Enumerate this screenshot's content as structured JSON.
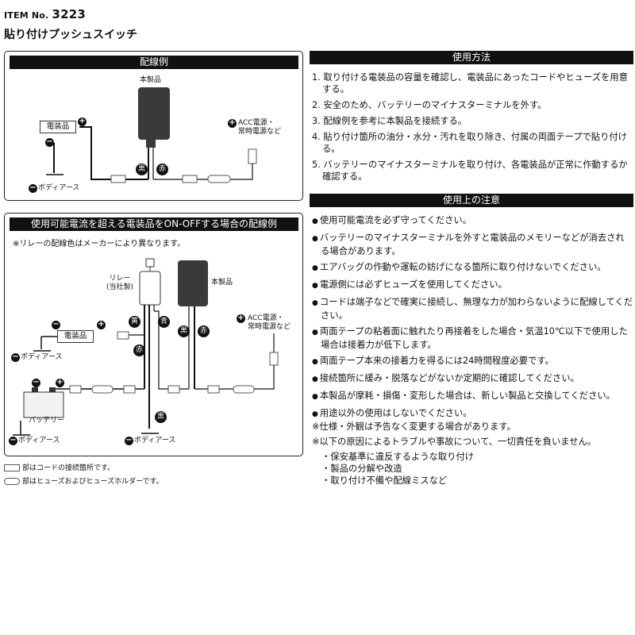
{
  "header": {
    "item_prefix": "ITEM No.",
    "item_number": "3223",
    "product_name": "貼り付けプッシュスイッチ"
  },
  "diagram1": {
    "title": "配線例",
    "product_label": "本製品",
    "device_label": "電装品",
    "acc_label_1": "ACC電源・",
    "acc_label_2": "常時電源など",
    "body_earth": "ボディアース",
    "black": "黒",
    "red": "赤",
    "plus": "+",
    "minus": "−"
  },
  "diagram2": {
    "title": "使用可能電流を超える電装品をON-OFFする場合の配線例",
    "note": "※リレーの配線色はメーカーにより異なります。",
    "relay_label_1": "リレー",
    "relay_label_2": "(当社製)",
    "product_label": "本製品",
    "device_label": "電装品",
    "battery_label": "バッテリー",
    "acc_label_1": "ACC電源・",
    "acc_label_2": "常時電源など",
    "body_earth": "ボディアース",
    "yellow": "黄",
    "blue": "青",
    "black": "黒",
    "red": "赤",
    "plus": "+",
    "minus": "−"
  },
  "legend": {
    "connection": "部はコードの接続箇所です。",
    "fuse": "部はヒューズおよびヒューズホルダーです。"
  },
  "usage": {
    "title": "使用方法",
    "steps": [
      "1. 取り付ける電装品の容量を確認し、電装品にあったコードやヒューズを用意する。",
      "2. 安全のため、バッテリーのマイナスターミナルを外す。",
      "3. 配線例を参考に本製品を接続する。",
      "4. 貼り付け箇所の油分・水分・汚れを取り除き、付属の両面テープで貼り付ける。",
      "5. バッテリーのマイナスターミナルを取り付け、各電装品が正常に作動するか確認する。"
    ]
  },
  "cautions": {
    "title": "使用上の注意",
    "items": [
      "使用可能電流を必ず守ってください。",
      "バッテリーのマイナスターミナルを外すと電装品のメモリーなどが消去される場合があります。",
      "エアバッグの作動や運転の妨げになる箇所に取り付けないでください。",
      "電源側には必ずヒューズを使用してください。",
      "コードは端子などで確実に接続し、無理な力が加わらないように配線してください。",
      "両面テープの粘着面に触れたり再接着をした場合・気温10℃以下で使用した場合は接着力が低下します。",
      "両面テープ本来の接着力を得るには24時間程度必要です。",
      "接続箇所に緩み・脱落などがないか定期的に確認してください。",
      "本製品が摩耗・損傷・変形した場合は、新しい製品と交換してください。",
      "用途以外の使用はしないでください。"
    ]
  },
  "notes": {
    "spec_change": "※仕様・外観は予告なく変更する場合があります。",
    "disclaimer": "※以下の原因によるトラブルや事故について、一切責任を負いません。",
    "causes": [
      "・保安基準に違反するような取り付け",
      "・製品の分解や改造",
      "・取り付け不備や配線ミスなど"
    ]
  }
}
